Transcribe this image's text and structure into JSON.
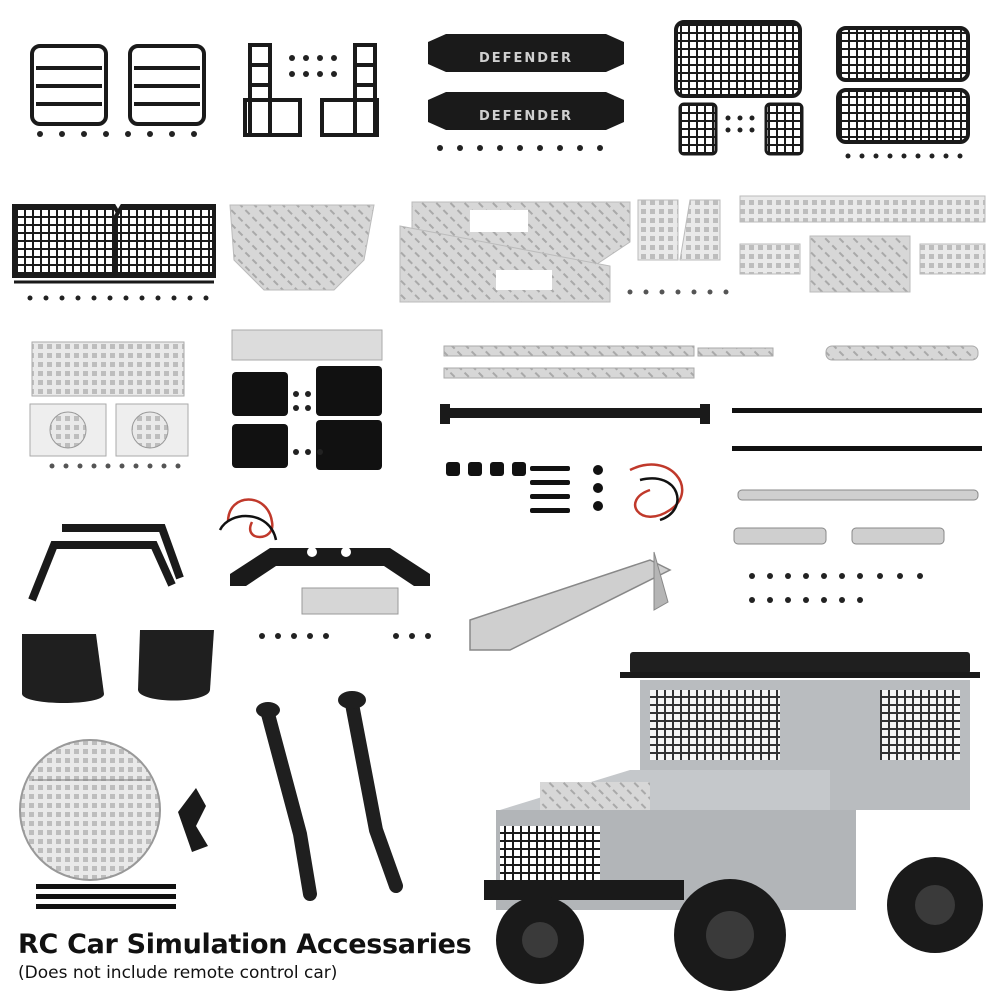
{
  "product": {
    "title": "RC Car Simulation Accessaries",
    "subtitle": "(Does not include remote control car)"
  },
  "labels": {
    "bar_stamp_1": "DEFENDER",
    "bar_stamp_2": "DEFENDER"
  },
  "colors": {
    "metal_black": "#1a1a1a",
    "metal_silver": "#cfcfcf",
    "wire_red": "#c0392b",
    "car_body": "#b9bcbf"
  }
}
